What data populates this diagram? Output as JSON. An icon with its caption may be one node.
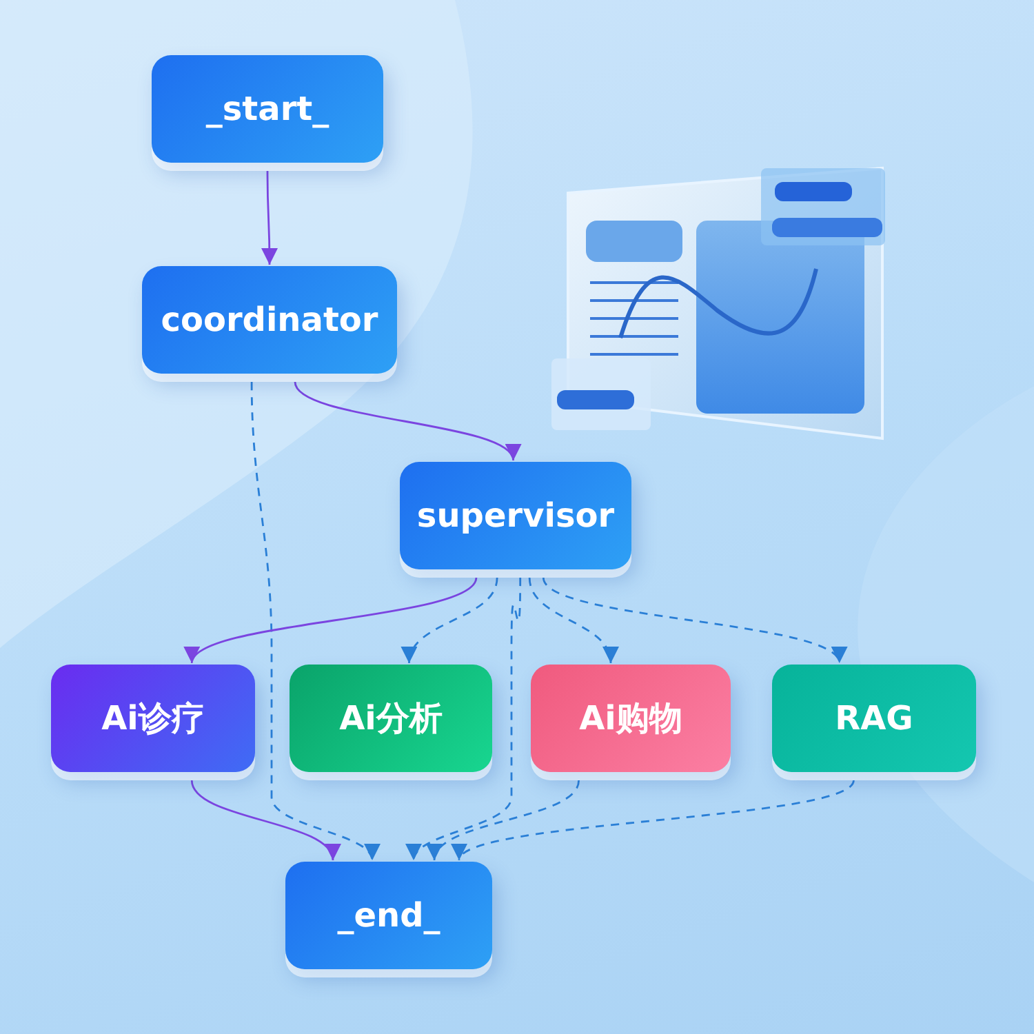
{
  "diagram": {
    "nodes": [
      {
        "text": [
          "_start_"
        ]
      },
      {
        "text": [
          "coordinator"
        ]
      },
      {
        "text": [
          "supervisor"
        ]
      },
      {
        "text": [
          "Ai诊疗"
        ]
      },
      {
        "text": [
          "Ai分析"
        ]
      },
      {
        "text": [
          "Ai购物"
        ]
      },
      {
        "text": [
          "RAG"
        ]
      },
      {
        "text": [
          "_end_"
        ]
      }
    ],
    "edges": [
      {
        "from": 0,
        "to": 1,
        "arrow": "to",
        "color": "#7b45e0"
      },
      {
        "from": 1,
        "to": 2,
        "arrow": "to",
        "color": "#7b45e0"
      },
      {
        "from": 1,
        "to": 7,
        "arrow": "to",
        "style": "dashed"
      },
      {
        "from": 2,
        "to": 3,
        "arrow": "to",
        "color": "#7b45e0"
      },
      {
        "from": 2,
        "to": 4,
        "arrow": "to",
        "style": "dashed"
      },
      {
        "from": 2,
        "to": 7,
        "arrow": "to",
        "style": "dashed"
      },
      {
        "from": 2,
        "to": 5,
        "arrow": "to",
        "style": "dashed"
      },
      {
        "from": 2,
        "to": 6,
        "arrow": "to",
        "style": "dashed"
      },
      {
        "from": 3,
        "to": 7,
        "arrow": "to",
        "color": "#7b45e0"
      },
      {
        "from": 5,
        "to": 7,
        "arrow": "to",
        "style": "dashed"
      },
      {
        "from": 6,
        "to": 7,
        "arrow": "to",
        "style": "dashed"
      }
    ]
  }
}
